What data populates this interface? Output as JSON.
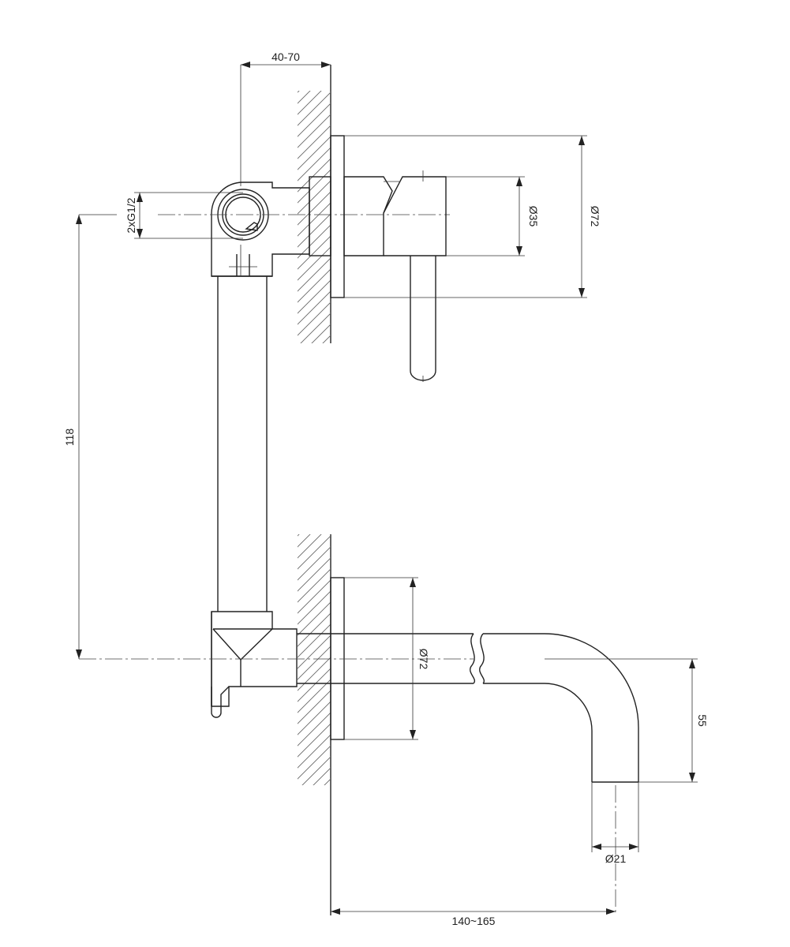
{
  "dimensions": {
    "wall_depth": "40-70",
    "connection_thread": "2xG1/2",
    "lever_body_diameter": "Ø35",
    "upper_rosette_diameter": "Ø72",
    "center_distance": "118",
    "lower_rosette_diameter": "Ø72",
    "spout_drop": "55",
    "spout_outlet_diameter": "Ø21",
    "spout_projection": "140~165"
  }
}
